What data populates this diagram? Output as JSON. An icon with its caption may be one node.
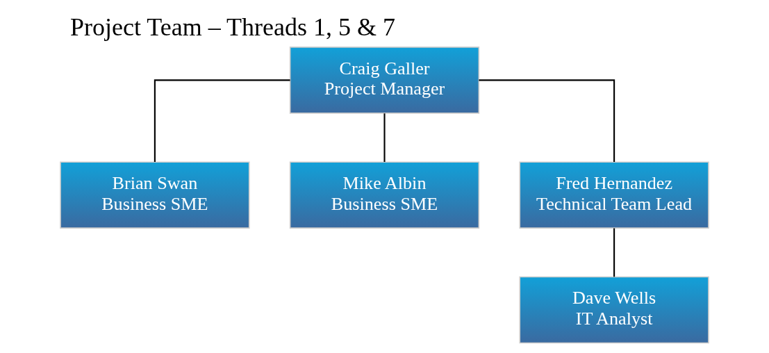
{
  "diagram": {
    "title": "Project Team – Threads 1, 5 & 7",
    "nodes": [
      {
        "text": [
          "Craig Galler",
          "Project Manager"
        ]
      },
      {
        "text": [
          "Brian Swan",
          "Business SME"
        ]
      },
      {
        "text": [
          "Mike Albin",
          "Business SME"
        ]
      },
      {
        "text": [
          "Fred Hernandez",
          "Technical Team Lead"
        ]
      },
      {
        "text": [
          "Dave Wells",
          "IT Analyst"
        ]
      }
    ],
    "edges": [
      {
        "from": 0,
        "to": 1,
        "arrow": "none"
      },
      {
        "from": 0,
        "to": 2,
        "arrow": "none"
      },
      {
        "from": 0,
        "to": 3,
        "arrow": "none"
      },
      {
        "from": 3,
        "to": 4,
        "arrow": "none"
      }
    ]
  }
}
